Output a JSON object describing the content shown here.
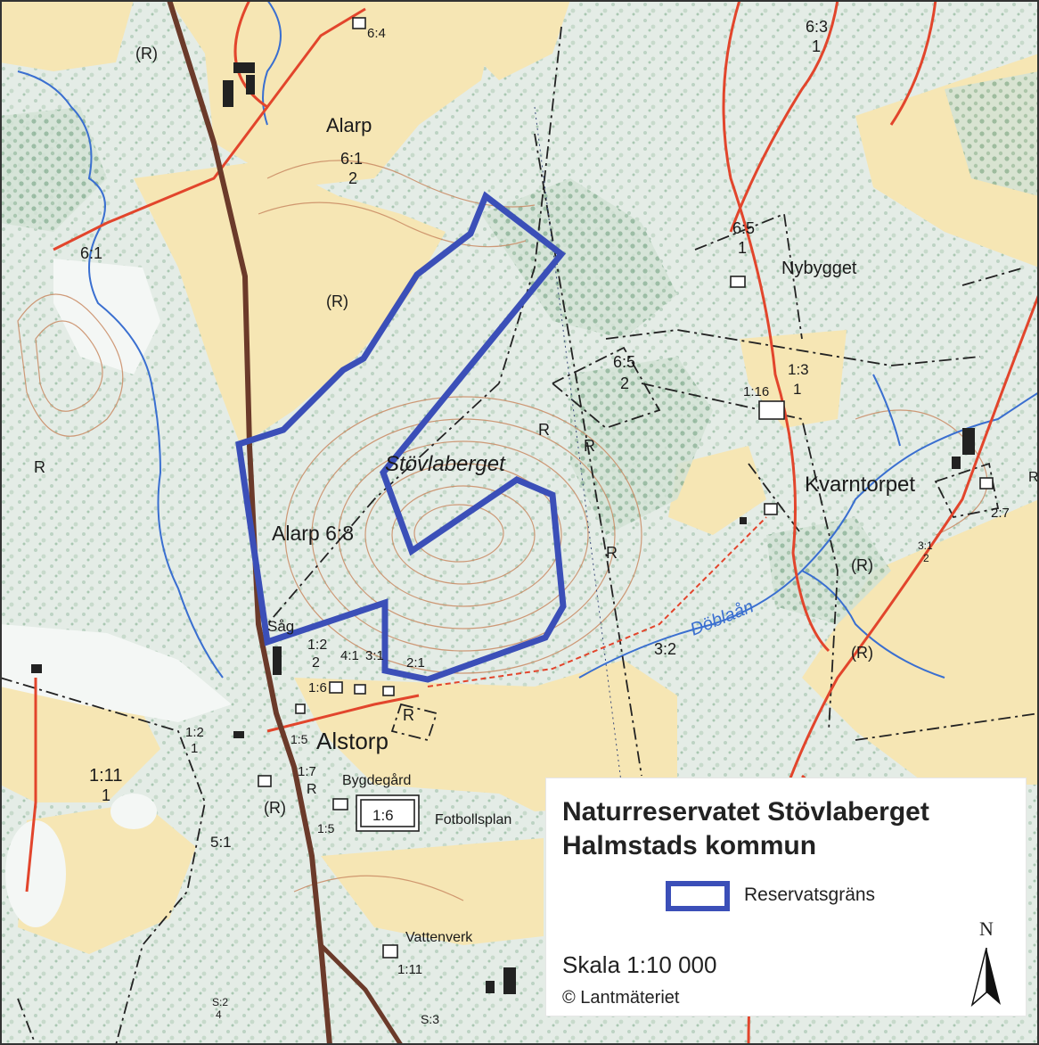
{
  "legend": {
    "title_line1": "Naturreservatet Stövlaberget",
    "title_line2": "Halmstads kommun",
    "boundary_label": "Reservatsgräns",
    "boundary_color": "#3b4fb8",
    "scale": "Skala 1:10 000",
    "copyright": "© Lantmäteriet",
    "north": "N"
  },
  "labels": {
    "stovlaberget": "Stövlaberget",
    "alarp_68": "Alarp 6:8",
    "alarp": "Alarp",
    "alstorp": "Alstorp",
    "kvarntorpet": "Kvarntorpet",
    "nybygget": "Nybygget",
    "doblaan": "Döblaån",
    "bygdegard": "Bygdegård",
    "fotbollsplan": "Fotbollsplan",
    "vattenverk": "Vattenverk",
    "sag": "Såg",
    "r": "(R)",
    "r_plain": "R",
    "p_64": "6:4",
    "p_63a": "6:3",
    "p_63b": "1",
    "p_61a": "6:1",
    "p_61b": "2",
    "p_61c": "6:1",
    "p_65a": "6:5",
    "p_65b": "1",
    "p_65c": "6:5",
    "p_65d": "2",
    "p_13a": "1:3",
    "p_13b": "1",
    "p_116": "1:16",
    "p_27": "2:7",
    "p_31a": "3:1",
    "p_31b": "2",
    "p_32": "3:2",
    "p_12a": "1:2",
    "p_12b": "2",
    "p_41": "4:1",
    "p_31c": "3:1",
    "p_21": "2:1",
    "p_16a": "1:6",
    "p_12c": "1:2",
    "p_12d": "1",
    "p_15a": "1:5",
    "p_17": "1:7",
    "p_111a": "1:11",
    "p_111b": "1",
    "p_51": "5:1",
    "p_16b": "1:6",
    "p_15b": "1:5",
    "p_111c": "1:11",
    "p_s2a": "S:2",
    "p_s2b": "4",
    "p_s3": "S:3"
  }
}
